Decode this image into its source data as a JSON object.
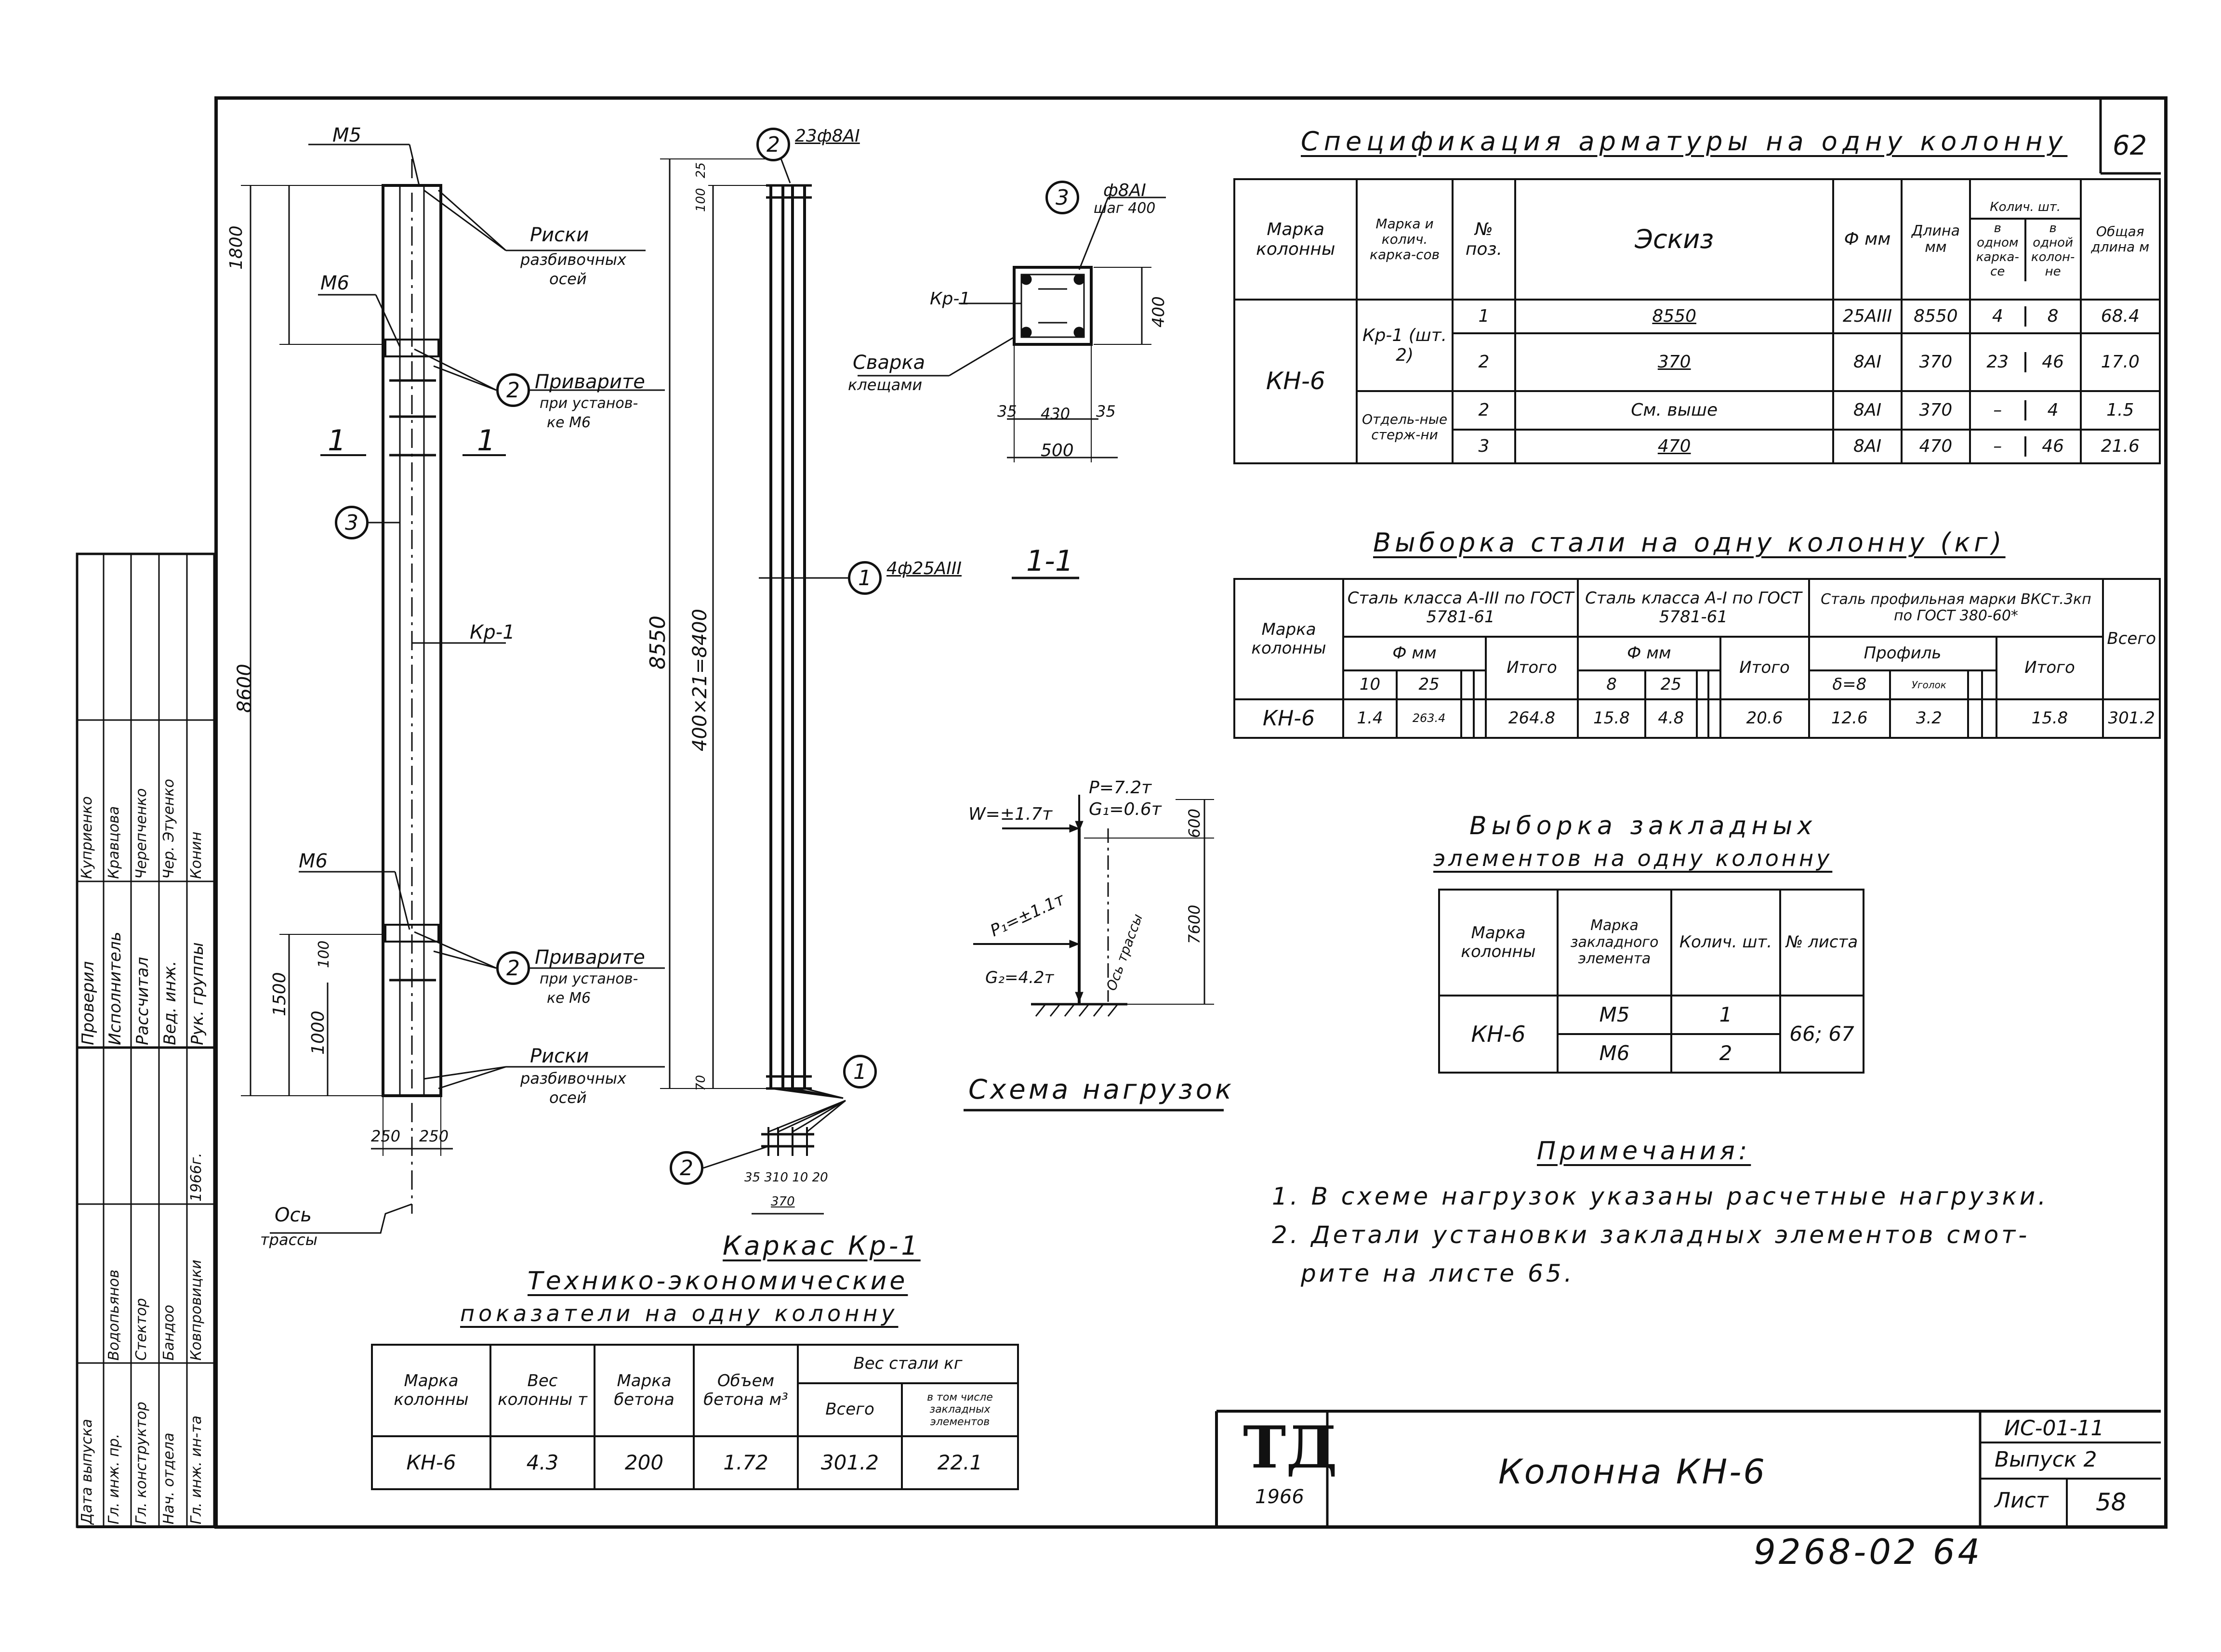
{
  "sheet_number": "62",
  "spec": {
    "title": "Спецификация арматуры на одну колонну",
    "headers": {
      "mark": "Марка колонны",
      "frame": "Марка и колич. карка-сов",
      "pos": "№ поз.",
      "sketch": "Эскиз",
      "dia": "Ф мм",
      "length": "Длина мм",
      "qty": "Колич. шт.",
      "qty_one": "в одном карка-се",
      "qty_col": "в одной колон-не",
      "total": "Общая длина м"
    },
    "mark": "КН-6",
    "frame_kp": "Кр-1 (шт. 2)",
    "separate": "Отдель-ные стерж-ни",
    "rows": [
      {
        "pos": "1",
        "sketch": "8550",
        "dia": "25АIII",
        "length": "8550",
        "q1": "4",
        "q2": "8",
        "total": "68.4"
      },
      {
        "pos": "2",
        "sketch": "370",
        "dia": "8АI",
        "length": "370",
        "q1": "23",
        "q2": "46",
        "total": "17.0"
      },
      {
        "pos": "2",
        "sketch": "См. выше",
        "dia": "8АI",
        "length": "370",
        "q1": "–",
        "q2": "4",
        "total": "1.5"
      },
      {
        "pos": "3",
        "sketch": "470",
        "dia": "8АI",
        "length": "470",
        "q1": "–",
        "q2": "46",
        "total": "21.6"
      }
    ]
  },
  "steel": {
    "title": "Выборка стали на одну колонну (кг)",
    "h_mark": "Марка колонны",
    "h_a3": "Сталь класса А-III по ГОСТ 5781-61",
    "h_a1": "Сталь класса А-I по ГОСТ 5781-61",
    "h_prof": "Сталь профильная марки ВКСт.3кп по ГОСТ 380-60*",
    "h_all": "Всего",
    "h_phi": "Ф мм",
    "h_profile": "Профиль",
    "h_itogo": "Итого",
    "d1": "10",
    "d2": "25",
    "d3": "8",
    "d4": "25",
    "p1": "δ=8",
    "p2": "Уголок",
    "row": {
      "mark": "КН-6",
      "v10": "1.4",
      "v25": "263.4",
      "sum1": "264.8",
      "v8": "15.8",
      "v25b": "4.8",
      "sum2": "20.6",
      "vp1": "12.6",
      "vp2": "3.2",
      "sum3": "15.8",
      "all": "301.2"
    }
  },
  "emb": {
    "title1": "Выборка закладных",
    "title2": "элементов на одну колонну",
    "h_mark": "Марка колонны",
    "h_emark": "Марка закладного элемента",
    "h_qty": "Колич. шт.",
    "h_sheet": "№ листа",
    "mark": "КН-6",
    "m5": "М5",
    "q5": "1",
    "m6": "М6",
    "q6": "2",
    "sheets": "66; 67"
  },
  "notes": {
    "title": "Примечания:",
    "n1": "1. В схеме нагрузок указаны расчетные нагрузки.",
    "n2": "2. Детали установки закладных элементов смот-",
    "n3": "рите на листе 65."
  },
  "tei": {
    "title_frame": "Каркас Кр-1",
    "title1": "Технико-экономические",
    "title2": "показатели на одну колонну",
    "h_mark": "Марка колонны",
    "h_weight": "Вес колонны т",
    "h_concrete": "Марка бетона",
    "h_volume": "Объем бетона м³",
    "h_steel": "Вес стали кг",
    "h_all": "Всего",
    "h_incl": "в том числе закладных элементов",
    "row": {
      "mark": "КН-6",
      "weight": "4.3",
      "concrete": "200",
      "volume": "1.72",
      "all": "301.2",
      "incl": "22.1"
    }
  },
  "stamp": {
    "logo": "ТД",
    "year": "1966",
    "name": "Колонна КН-6",
    "code": "ИС-01-11",
    "issue": "Выпуск 2",
    "sheet_label": "Лист",
    "sheet_no": "58",
    "archive": "9268-02 64"
  },
  "sidebar": {
    "r1": "Рук. группы",
    "r2": "Вед. инж.",
    "r3": "Рассчитал",
    "r4": "Исполнитель",
    "r5": "Проверил",
    "n1": "Конин",
    "n2": "Чер. Этуенко",
    "n3": "Черепченко",
    "n4": "Кравцова",
    "n5": "Куприенко",
    "c1": "Гл. инж. ин-та",
    "c2": "Нач. отдела",
    "c3": "Гл. конструктор",
    "c4": "Гл. инж. пр.",
    "c5": "Дата выпуска",
    "cn1": "Ковпровицки",
    "cn2": "Бандоо",
    "cn3": "Стектор",
    "cn4": "Водопьянов",
    "date": "1966г."
  },
  "column": {
    "m5": "М5",
    "m6a": "М6",
    "m6b": "М6",
    "kp": "Кр-1",
    "risks": "Риски",
    "risks2": "разбивочных",
    "risks3": "осей",
    "weld": "Приварите",
    "weld2": "при установ-",
    "weld3": "ке М6",
    "axis": "Ось",
    "axis2": "трассы",
    "d1800": "1800",
    "d8600": "8600",
    "d1500": "1500",
    "d1000": "1000",
    "d100": "100",
    "d250": "250",
    "d250b": "250",
    "sec": "1",
    "c2": "2",
    "c3": "3"
  },
  "frame": {
    "top_lbl": "23ф8АI",
    "bar_lbl": "4ф25АIII",
    "c1": "1",
    "c2": "2",
    "d8550": "8550",
    "d400x21": "400×21=8400",
    "d100": "100",
    "d25": "25",
    "d70": "70",
    "bottom": "35 310 10 20",
    "bottom2": "370"
  },
  "section": {
    "title": "1-1",
    "kp": "Кр-1",
    "weld": "Сварка",
    "weld2": "клещами",
    "c3": "3",
    "stirrup": "ф8АI",
    "step": "шаг 400",
    "d400": "400",
    "d430": "430",
    "d35a": "35",
    "d35b": "35",
    "d500": "500"
  },
  "loads": {
    "title": "Схема нагрузок",
    "p": "P=7.2т",
    "g1": "G₁=0.6т",
    "w": "W=±1.7т",
    "p1": "P₁=±1.1т",
    "g2": "G₂=4.2т",
    "d600": "600",
    "d7600": "7600",
    "axis": "Ось трассы"
  }
}
